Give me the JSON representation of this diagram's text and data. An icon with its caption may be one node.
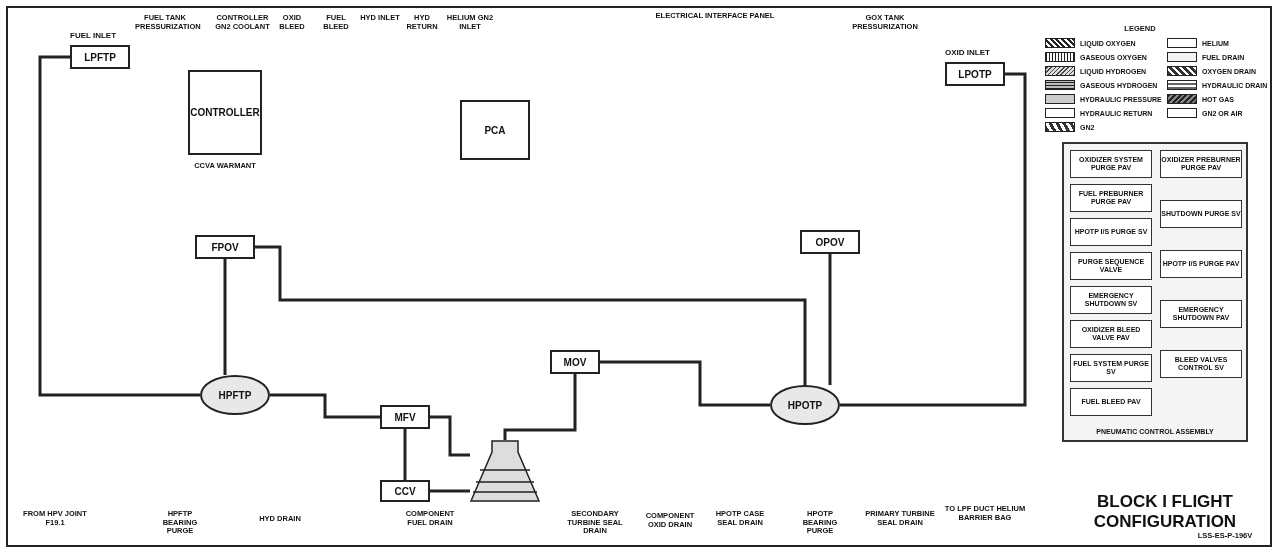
{
  "diagram": {
    "title": "BLOCK I FLIGHT CONFIGURATION",
    "nodes": [
      {
        "text": [
          "LPFTP"
        ],
        "beside": [
          "FUEL INLET"
        ]
      },
      {
        "text": [
          "LPOTP"
        ],
        "beside": [
          "OXID INLET"
        ]
      },
      {
        "text": [
          "HPFTP"
        ]
      },
      {
        "text": [
          "HPOTP"
        ]
      },
      {
        "text": [
          "CONTROLLER"
        ]
      },
      {
        "text": [
          "PCA"
        ]
      },
      {
        "text": [
          "FPOV"
        ]
      },
      {
        "text": [
          "OPOV"
        ]
      },
      {
        "text": [
          "MFV"
        ]
      },
      {
        "text": [
          "MOV"
        ]
      },
      {
        "text": [
          "CCV"
        ]
      },
      {
        "text": [],
        "shape": "picture"
      },
      {
        "text": [
          "PNEUMATIC CONTROL ASSEMBLY"
        ]
      },
      {
        "text": [
          "OXIDIZER SYSTEM PURGE PAV"
        ],
        "in": 12
      },
      {
        "text": [
          "OXIDIZER PREBURNER PURGE PAV"
        ],
        "in": 12
      },
      {
        "text": [
          "FUEL PREBURNER PURGE PAV"
        ],
        "in": 12
      },
      {
        "text": [
          "SHUTDOWN PURGE SV"
        ],
        "in": 12
      },
      {
        "text": [
          "HPOTP I/S PURGE SV"
        ],
        "in": 12
      },
      {
        "text": [
          "HPOTP I/S PURGE PAV"
        ],
        "in": 12
      },
      {
        "text": [
          "PURGE SEQUENCE VALVE"
        ],
        "in": 12
      },
      {
        "text": [
          "EMERGENCY SHUTDOWN SV"
        ],
        "in": 12
      },
      {
        "text": [
          "EMERGENCY SHUTDOWN PAV"
        ],
        "in": 12
      },
      {
        "text": [
          "OXIDIZER BLEED VALVE PAV"
        ],
        "in": 12
      },
      {
        "text": [
          "BLEED VALVES CONTROL SV"
        ],
        "in": 12
      },
      {
        "text": [
          "FUEL SYSTEM PURGE SV"
        ],
        "in": 12
      },
      {
        "text": [
          "FUEL BLEED PAV"
        ],
        "in": 12
      }
    ],
    "edges": [
      {
        "from": 0,
        "to": 2,
        "arrow": "none"
      },
      {
        "from": 1,
        "to": 3,
        "arrow": "none"
      },
      {
        "from": 2,
        "to": 8,
        "arrow": "none"
      },
      {
        "from": 3,
        "to": 9,
        "arrow": "none"
      },
      {
        "from": 8,
        "to": 11,
        "arrow": "none"
      },
      {
        "from": 9,
        "to": 11,
        "arrow": "none"
      },
      {
        "from": 3,
        "to": 6,
        "arrow": "none"
      },
      {
        "from": 3,
        "to": 7,
        "arrow": "none"
      },
      {
        "from": 8,
        "to": 10,
        "arrow": "none"
      },
      {
        "from": 10,
        "to": 11,
        "arrow": "none"
      },
      {
        "from": 6,
        "to": 2,
        "arrow": "none"
      }
    ],
    "labels": [
      "FUEL TANK PRESSURIZATION",
      "CONTROLLER GN2 COOLANT",
      "OXID BLEED",
      "FUEL BLEED",
      "HYD INLET",
      "HYD RETURN",
      "HELIUM GN2 INLET",
      "ELECTRICAL INTERFACE PANEL",
      "GOX TANK PRESSURIZATION",
      "CCVA WARMANT",
      "FROM HPV JOINT F19.1",
      "HPFTP BEARING PURGE",
      "HYD DRAIN",
      "COMPONENT FUEL DRAIN",
      "SECONDARY TURBINE SEAL DRAIN",
      "COMPONENT OXID DRAIN",
      "HPOTP CASE SEAL DRAIN",
      "HPOTP BEARING PURGE",
      "PRIMARY TURBINE SEAL DRAIN",
      "TO LPF DUCT HELIUM BARRIER BAG",
      "LSS-ES-P-196V",
      "LEGEND"
    ],
    "legend": [
      {
        "text": "LIQUID OXYGEN"
      },
      {
        "text": "GASEOUS OXYGEN"
      },
      {
        "text": "LIQUID HYDROGEN"
      },
      {
        "text": "GASEOUS HYDROGEN"
      },
      {
        "text": "HYDRAULIC PRESSURE"
      },
      {
        "text": "HYDRAULIC RETURN"
      },
      {
        "text": "GN2"
      },
      {
        "text": "HELIUM"
      },
      {
        "text": "FUEL DRAIN"
      },
      {
        "text": "OXYGEN DRAIN"
      },
      {
        "text": "HYDRAULIC DRAIN"
      },
      {
        "text": "HOT GAS"
      },
      {
        "text": "GN2 OR AIR"
      }
    ]
  }
}
